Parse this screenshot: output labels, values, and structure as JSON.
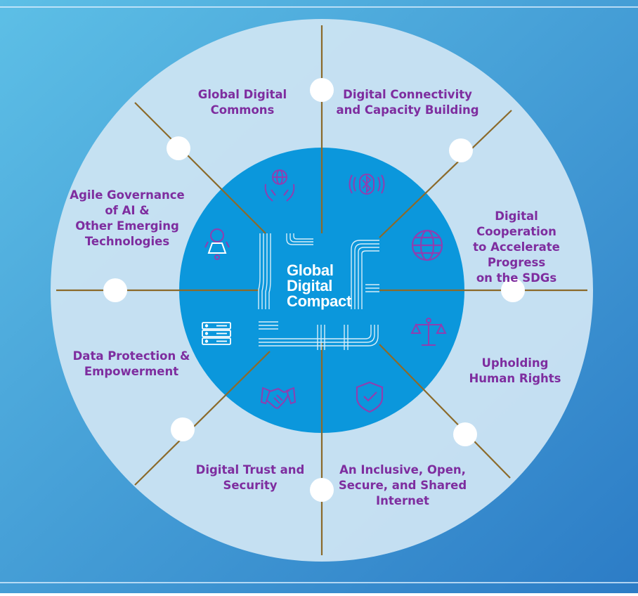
{
  "center": {
    "line1": "Global",
    "line2": "Digital",
    "line3": "Compact"
  },
  "segments": [
    {
      "label": "Global Digital\nCommons",
      "icon": "hands-globe-icon"
    },
    {
      "label": "Digital Connectivity\nand Capacity Building",
      "icon": "bluetooth-icon"
    },
    {
      "label": "Digital Cooperation\nto Accelerate\nProgress\non the SDGs",
      "icon": "globe-icon"
    },
    {
      "label": "Upholding\nHuman Rights",
      "icon": "scales-icon"
    },
    {
      "label": "An Inclusive, Open,\nSecure, and Shared\nInternet",
      "icon": "shield-check-icon"
    },
    {
      "label": "Digital Trust and\nSecurity",
      "icon": "handshake-icon"
    },
    {
      "label": "Data Protection &\nEmpowerment",
      "icon": "database-icon"
    },
    {
      "label": "Agile Governance\nof AI &\nOther Emerging\nTechnologies",
      "icon": "ai-robot-icon"
    }
  ],
  "colors": {
    "background_top": "#5bbfe6",
    "background_bottom": "#2e7fc8",
    "outer_ring": "#c8e2f3",
    "inner_circle": "#0b96dc",
    "spokes": "#8b6a2a",
    "label_text": "#7e2d9f",
    "icon_color": "#8e3fb0"
  }
}
